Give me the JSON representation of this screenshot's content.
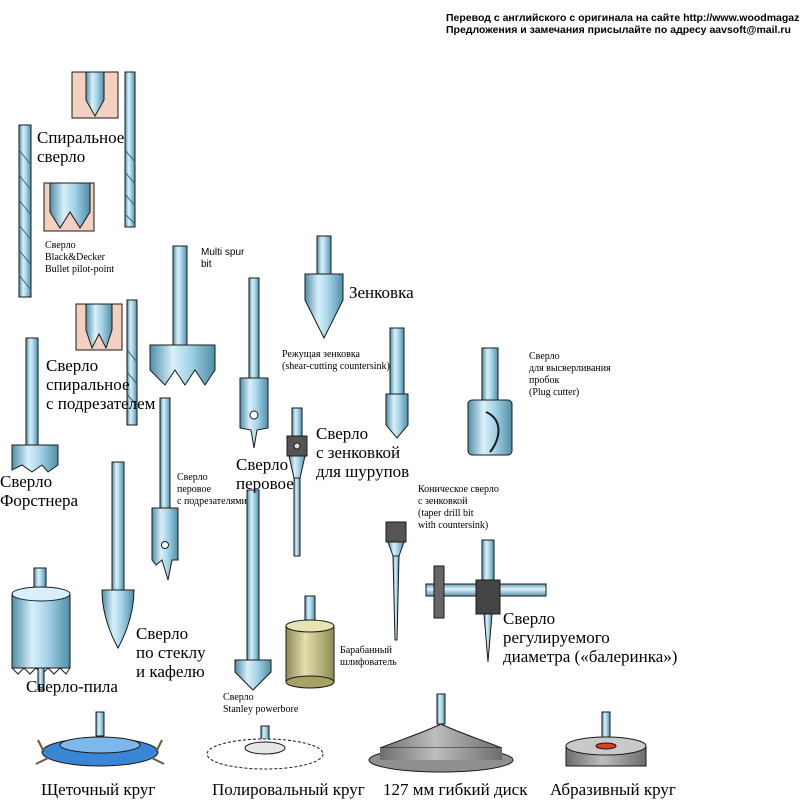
{
  "header": {
    "line1": "Перевод с английского с оригинала на сайте http://www.woodmagazine.com",
    "line2": "Предложения и замечания присылайте  по адресу aavsoft@mail.ru"
  },
  "labels": {
    "twist": "Спиральное\nсверло",
    "bullet": "Сверло\nBlack&Decker\nBullet pilot-point",
    "multispur": "Multi spur\nbit",
    "countersink": "Зенковка",
    "shear": "Режущая зенковка\n(shear-cutting countersink)",
    "plug": "Сверло\nдля высверливания\nпробок\n(Plug cutter)",
    "bradpoint": "Сверло\nспиральное\nс подрезателем",
    "spade": "Сверло\nперовое",
    "spade_spurs": "Сверло\nперовое\nс подрезателями",
    "screw": "Сверло\nс зенковкой\nдля шурупов",
    "forstner": "Сверло\nФорстнера",
    "taper": "Коническое сверло\nс зенковкой\n(taper drill bit\nwith countersink)",
    "glass": "Сверло\nпо стеклу\nи кафелю",
    "drum": "Барабанный\nшлифователь",
    "flycutter": "Сверло\nрегулируемого\nдиаметра («балеринка»)",
    "holesaw": "Сверло-пила",
    "powerbore": "Сверло\nStanley  powerbore",
    "wire_wheel": "Щеточный круг",
    "polish": "Полировальный круг",
    "flex_disc": "127 мм гибкий диск",
    "abrasive": "Абразивный круг"
  },
  "colors": {
    "steel": "#9ecfe3",
    "steel_dark": "#4c8aa6",
    "outline": "#1a1a1a",
    "inset_bg": "#f3d0c0",
    "drum": "#c7c38a",
    "wire_blue": "#3a86d4",
    "disc_grey": "#8f8f8f",
    "abrasive_grey": "#c9c9c9",
    "abrasive_red": "#d8401f"
  }
}
